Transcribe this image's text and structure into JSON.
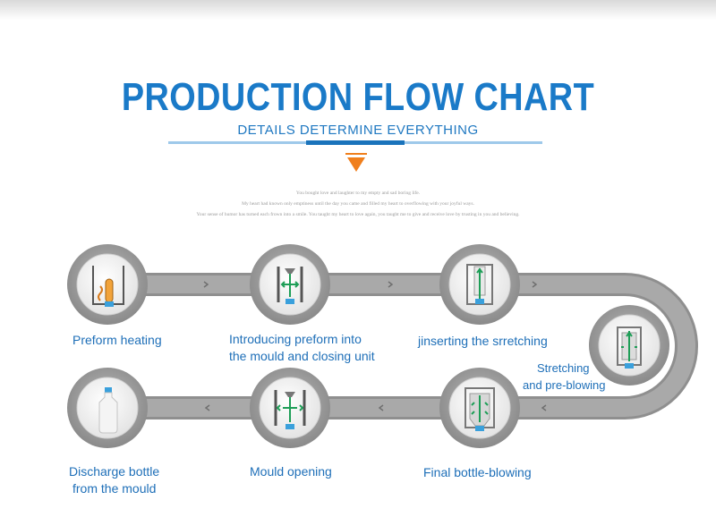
{
  "header": {
    "title": "PRODUCTION FLOW CHART",
    "subtitle": "DETAILS DETERMINE EVERYTHING",
    "blurb": [
      "You bought love and laughter to my empty and sad boring life.",
      "My heart had known only emptiness until the day you came and filled my heart to overflowing with your joyful ways.",
      "Your sense of humor has turned each frown into a smile. You taught my heart to love again, you taught me to give and receive love by trusting in you and believing."
    ]
  },
  "colors": {
    "accent": "#1a7ac8",
    "arrow": "#f07f1c",
    "track": "#9e9e9e",
    "label": "#1e6fb8"
  },
  "steps": [
    {
      "label": "Preform heating",
      "icon": "preform-heating-icon"
    },
    {
      "label": "Introducing preform into",
      "label2": "the mould and closing unit",
      "icon": "mould-closing-icon"
    },
    {
      "label": "jinserting the srretching",
      "icon": "stretching-rod-icon"
    },
    {
      "label": "Stretching",
      "label2": "and pre-blowing",
      "icon": "pre-blowing-icon"
    },
    {
      "label": "Final bottle-blowing",
      "icon": "final-blowing-icon"
    },
    {
      "label": "Mould opening",
      "icon": "mould-opening-icon"
    },
    {
      "label": "Discharge bottle",
      "label2": "from the mould",
      "icon": "bottle-icon"
    }
  ]
}
